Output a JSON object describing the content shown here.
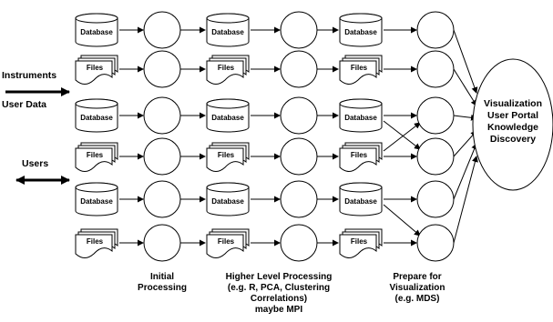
{
  "labels": {
    "database": "Database",
    "files": "Files"
  },
  "left": {
    "instruments": "Instruments",
    "user_data": "User Data",
    "users": "Users"
  },
  "target": {
    "lines": [
      "Visualization",
      "User Portal",
      "Knowledge",
      "Discovery"
    ]
  },
  "captions": {
    "initial": [
      "Initial",
      "Processing"
    ],
    "higher": [
      "Higher Level Processing",
      "(e.g. R, PCA, Clustering",
      "Correlations)",
      "maybe MPI"
    ],
    "prepare": [
      "Prepare for",
      "Visualization",
      "(e.g. MDS)"
    ]
  },
  "grid": {
    "rows": [
      [
        "database",
        "database",
        "database"
      ],
      [
        "files",
        "files",
        "files"
      ],
      [
        "database",
        "database",
        "database"
      ],
      [
        "files",
        "files",
        "files"
      ],
      [
        "database",
        "database",
        "database"
      ],
      [
        "files",
        "files",
        "files"
      ]
    ],
    "stage3_links": [
      [
        0,
        0
      ],
      [
        1,
        1
      ],
      [
        2,
        2
      ],
      [
        2,
        3
      ],
      [
        3,
        3
      ],
      [
        3,
        2
      ],
      [
        4,
        4
      ],
      [
        4,
        5
      ],
      [
        5,
        5
      ]
    ]
  }
}
